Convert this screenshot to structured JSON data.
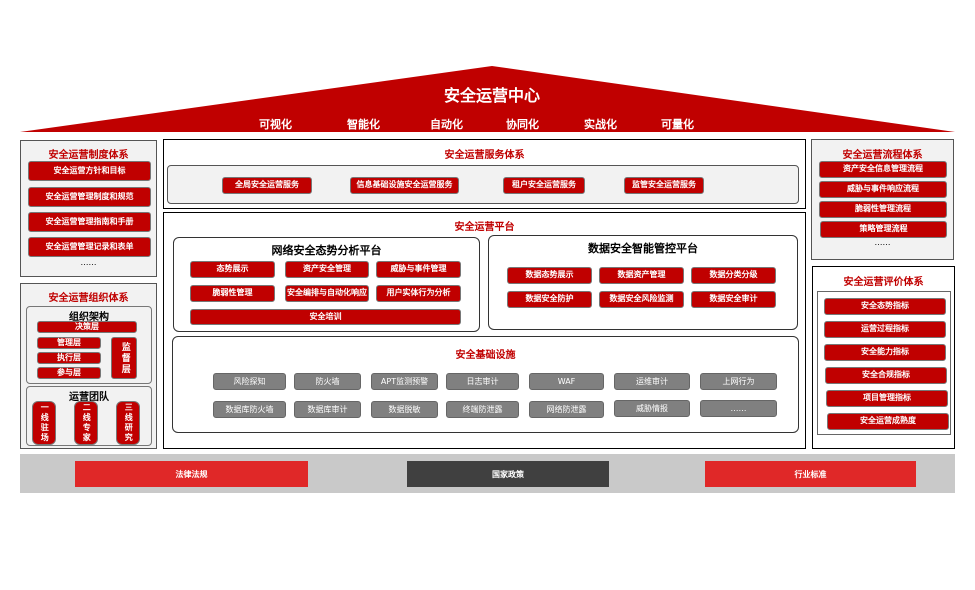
{
  "roof": {
    "title": "安全运营中心",
    "features": [
      "可视化",
      "智能化",
      "自动化",
      "协同化",
      "实战化",
      "可量化"
    ]
  },
  "left": {
    "policy": {
      "title": "安全运营制度体系",
      "items": [
        "安全运营方针和目标",
        "安全运营管理制度和规范",
        "安全运营管理指南和手册",
        "安全运营管理记录和表单"
      ],
      "more": "……"
    },
    "org": {
      "title": "安全运营组织体系",
      "structure_title": "组织架构",
      "decision": "决策层",
      "layers": [
        "管理层",
        "执行层",
        "参与层"
      ],
      "supervision": "监督层",
      "team_title": "运营团队",
      "teams": [
        "一线驻场",
        "二线专家",
        "三线研究"
      ]
    }
  },
  "center": {
    "service": {
      "title": "安全运营服务体系",
      "items": [
        "全局安全运营服务",
        "信息基础设施安全运营服务",
        "租户安全运营服务",
        "监管安全运营服务"
      ]
    },
    "platform": {
      "title": "安全运营平台",
      "network": {
        "title": "网络安全态势分析平台",
        "items": [
          "态势展示",
          "资产安全管理",
          "威胁与事件管理",
          "脆弱性管理",
          "安全编排与自动化响应",
          "用户实体行为分析"
        ],
        "wide": "安全培训"
      },
      "data": {
        "title": "数据安全智能管控平台",
        "items": [
          "数据态势展示",
          "数据资产管理",
          "数据分类分级",
          "数据安全防护",
          "数据安全风险监测",
          "数据安全审计"
        ]
      },
      "infra": {
        "title": "安全基础设施",
        "row1": [
          "风险探知",
          "防火墙",
          "APT监测预警",
          "日志审计",
          "WAF",
          "运维审计",
          "上网行为"
        ],
        "row2": [
          "数据库防火墙",
          "数据库审计",
          "数据脱敏",
          "终端防泄露",
          "网络防泄露",
          "威胁情报",
          "……"
        ]
      }
    }
  },
  "right": {
    "process": {
      "title": "安全运营流程体系",
      "items": [
        "资产安全信息管理流程",
        "威胁与事件响应流程",
        "脆弱性管理流程",
        "策略管理流程"
      ],
      "more": "……"
    },
    "eval": {
      "title": "安全运营评价体系",
      "items": [
        "安全态势指标",
        "运营过程指标",
        "安全能力指标",
        "安全合规指标",
        "项目管理指标",
        "安全运营成熟度"
      ]
    }
  },
  "foundation": {
    "items": [
      "法律法规",
      "国家政策",
      "行业标准"
    ]
  },
  "colors": {
    "red": "#c00000",
    "gray": "#808080",
    "dark": "#404040",
    "bright_red": "#e02828"
  }
}
